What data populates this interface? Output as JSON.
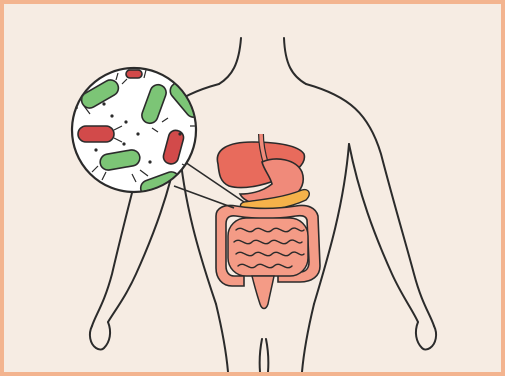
{
  "illustration": {
    "subject": "human-torso-digestive-system",
    "parts": [
      "body-outline",
      "stomach",
      "liver",
      "pancreas",
      "large-intestine",
      "small-intestine",
      "rectum",
      "magnifier-callout",
      "gut-bacteria"
    ],
    "colors": {
      "frame_border": "#f3b48f",
      "background": "#f6ece3",
      "outline": "#2b2b2b",
      "liver": "#e86b5c",
      "stomach": "#f08a7a",
      "pancreas": "#f5b24a",
      "intestines": "#f49b86",
      "bacteria_green": "#7cc576",
      "bacteria_red": "#d24a4a",
      "lens_fill": "#ffffff"
    }
  }
}
